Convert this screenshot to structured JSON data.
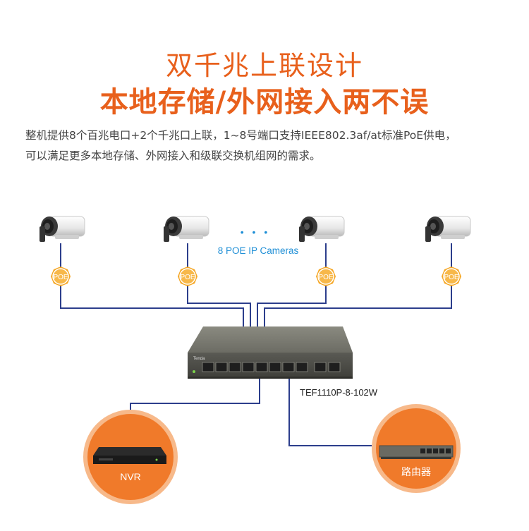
{
  "heading": {
    "line1": "双千兆上联设计",
    "line2": "本地存储/外网接入两不误"
  },
  "description": {
    "line1": "整机提供8个百兆电口+2个千兆口上联，1~8号端口支持IEEE802.3af/at标准PoE供电，",
    "line2": "可以满足更多本地存储、外网接入和级联交换机组网的需求。"
  },
  "diagram": {
    "cameras_label": "8 POE IP Cameras",
    "ellipsis": "• • •",
    "poe_badge": "POE",
    "switch_model": "TEF1110P-8-102W",
    "switch_brand": "Tenda",
    "nvr_label": "NVR",
    "router_label": "路由器"
  },
  "colors": {
    "accent": "#e8601c",
    "badge": "#f5a623",
    "line": "#2c3e8c",
    "camera_label": "#1f8fd6"
  }
}
